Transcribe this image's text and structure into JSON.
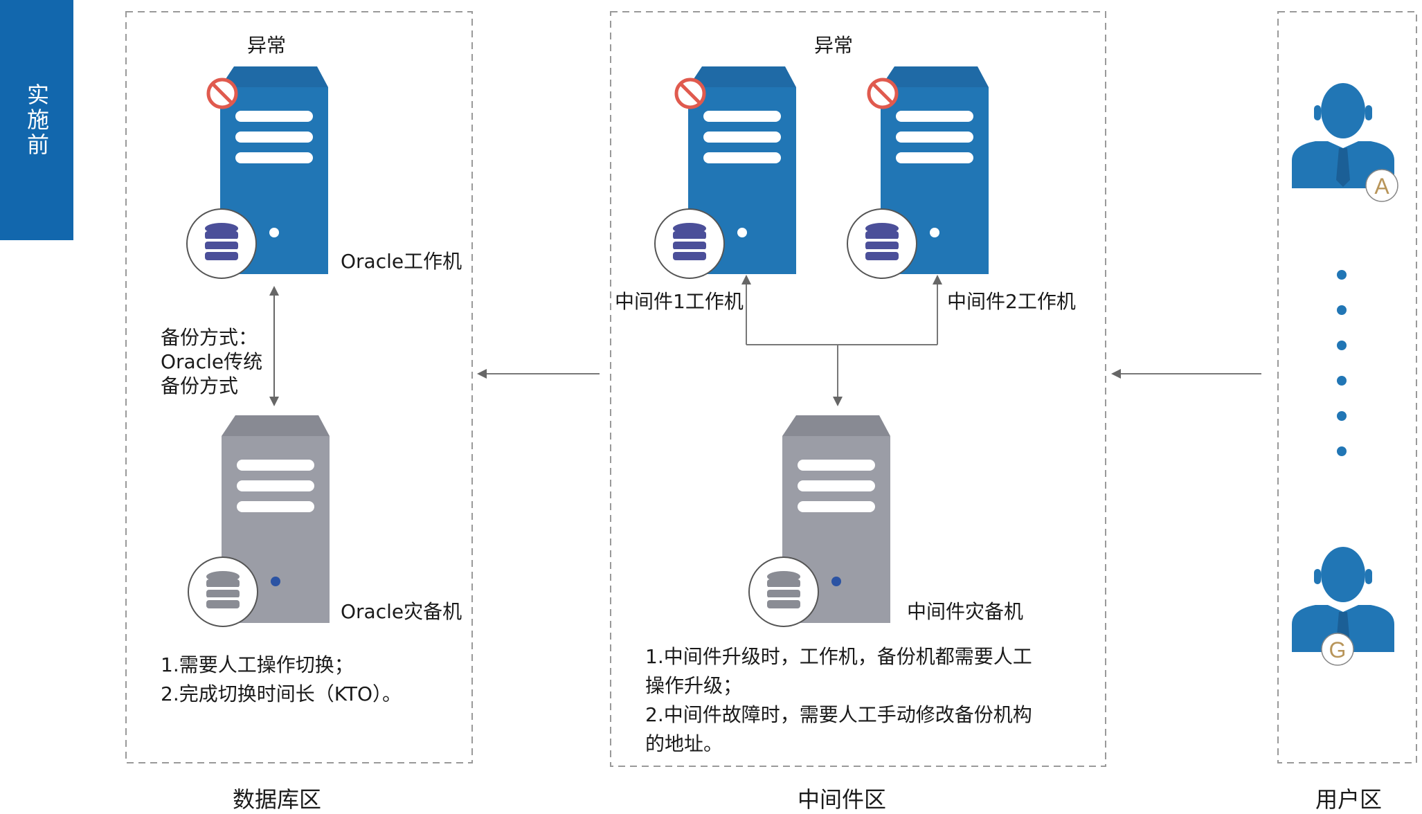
{
  "side_tab": "实施前",
  "database_zone": {
    "abnormal_label": "异常",
    "primary_label": "Oracle工作机",
    "backup_method_lines": [
      "备份方式：",
      "Oracle传统",
      "备份方式"
    ],
    "standby_label": "Oracle灾备机",
    "notes": [
      "1.需要人工操作切换；",
      "2.完成切换时间长（KTO）。"
    ],
    "zone_label": "数据库区"
  },
  "middleware_zone": {
    "abnormal_label": "异常",
    "worker1_label": "中间件1工作机",
    "worker2_label": "中间件2工作机",
    "standby_label": "中间件灾备机",
    "notes": [
      "1.中间件升级时，工作机，备份机都需要人工",
      "操作升级；",
      "2.中间件故障时，需要人工手动修改备份机构",
      "的地址。"
    ],
    "zone_label": "中间件区"
  },
  "user_zone": {
    "user_a_badge": "A",
    "user_g_badge": "G",
    "zone_label": "用户区"
  },
  "colors": {
    "server_blue": "#2176b5",
    "server_gray": "#9b9da6",
    "tab_blue": "#1267ad",
    "db_purple": "#4b4f99",
    "badge_gold": "#b8955a",
    "error_red": "#e05a4e"
  }
}
